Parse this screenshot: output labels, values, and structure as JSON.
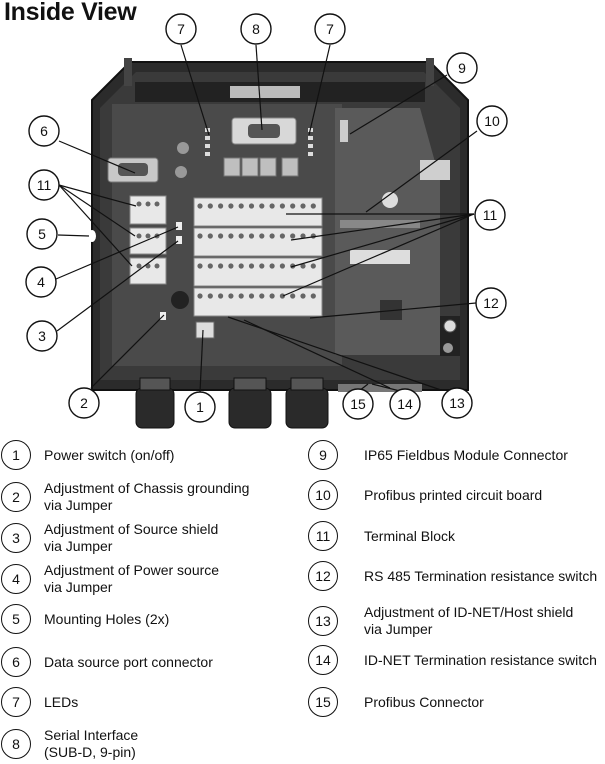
{
  "title": "Inside View",
  "callouts": [
    {
      "num": "7",
      "target": "LEDs (left)"
    },
    {
      "num": "8",
      "target": "Serial Interface"
    },
    {
      "num": "7",
      "target": "LEDs (right)"
    },
    {
      "num": "9",
      "target": "IP65 Fieldbus Module Connector"
    },
    {
      "num": "6",
      "target": "Data source port connector"
    },
    {
      "num": "10",
      "target": "Profibus printed circuit board"
    },
    {
      "num": "11",
      "target": "Terminal Block (left)"
    },
    {
      "num": "11",
      "target": "Terminal Block (right)"
    },
    {
      "num": "5",
      "target": "Mounting Holes"
    },
    {
      "num": "4",
      "target": "Power source jumper"
    },
    {
      "num": "12",
      "target": "RS 485 Termination resistance switch"
    },
    {
      "num": "3",
      "target": "Source shield jumper"
    },
    {
      "num": "2",
      "target": "Chassis grounding jumper"
    },
    {
      "num": "1",
      "target": "Power switch"
    },
    {
      "num": "15",
      "target": "Profibus Connector"
    },
    {
      "num": "14",
      "target": "ID-NET Termination resistance switch"
    },
    {
      "num": "13",
      "target": "ID-NET/Host shield jumper"
    }
  ],
  "legend": {
    "left": [
      {
        "num": "1",
        "lines": [
          "Power switch (on/off)"
        ]
      },
      {
        "num": "2",
        "lines": [
          "Adjustment of Chassis grounding",
          "via Jumper"
        ]
      },
      {
        "num": "3",
        "lines": [
          "Adjustment of Source shield",
          "via Jumper"
        ]
      },
      {
        "num": "4",
        "lines": [
          "Adjustment of Power source",
          "via Jumper"
        ]
      },
      {
        "num": "5",
        "lines": [
          "Mounting Holes (2x)"
        ]
      },
      {
        "num": "6",
        "lines": [
          "Data source port connector"
        ]
      },
      {
        "num": "7",
        "lines": [
          "LEDs"
        ]
      },
      {
        "num": "8",
        "lines": [
          "Serial Interface",
          "(SUB-D, 9-pin)"
        ]
      }
    ],
    "right": [
      {
        "num": "9",
        "lines": [
          "IP65 Fieldbus Module Connector"
        ]
      },
      {
        "num": "10",
        "lines": [
          "Profibus printed circuit board"
        ]
      },
      {
        "num": "11",
        "lines": [
          "Terminal Block"
        ]
      },
      {
        "num": "12",
        "lines": [
          "RS 485 Termination resistance switch"
        ]
      },
      {
        "num": "13",
        "lines": [
          "Adjustment of ID-NET/Host shield",
          "via Jumper"
        ]
      },
      {
        "num": "14",
        "lines": [
          "ID-NET Termination resistance switch"
        ]
      },
      {
        "num": "15",
        "lines": [
          "Profibus Connector"
        ]
      }
    ]
  }
}
